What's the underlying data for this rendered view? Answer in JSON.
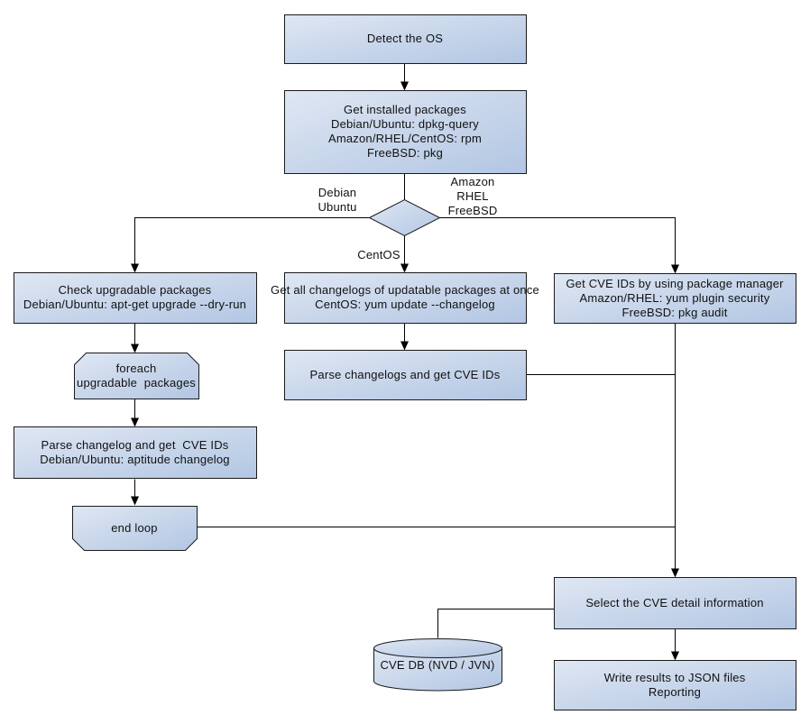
{
  "colors": {
    "node_fill_light": "#dfe7f3",
    "node_fill_dark": "#b2c6e3",
    "node_border": "#1a1a1a",
    "connector": "#000000",
    "text": "#111111",
    "background": "#ffffff"
  },
  "nodes": {
    "detect_os": {
      "label": "Detect the OS"
    },
    "get_installed_packages": {
      "label": "Get installed packages\nDebian/Ubuntu: dpkg-query\nAmazon/RHEL/CentOS: rpm\nFreeBSD: pkg"
    },
    "check_upgradable": {
      "label": "Check upgradable packages\nDebian/Ubuntu: apt-get upgrade --dry-run"
    },
    "foreach_loop": {
      "label": "foreach\nupgradable  packages"
    },
    "parse_changelog_deb": {
      "label": "Parse changelog and get  CVE IDs\nDebian/Ubuntu: aptitude changelog"
    },
    "end_loop": {
      "label": "end loop"
    },
    "get_all_changelogs": {
      "label": "Get all changelogs of updatable packages at once\nCentOS: yum update --changelog"
    },
    "parse_changelogs_centos": {
      "label": "Parse changelogs and get CVE IDs"
    },
    "get_cve_ids_pkg_mgr": {
      "label": "Get CVE IDs by using package manager\nAmazon/RHEL: yum plugin security\nFreeBSD: pkg audit"
    },
    "select_cve_detail": {
      "label": "Select the CVE detail information"
    },
    "write_results": {
      "label": "Write results to JSON files\nReporting"
    },
    "cve_db": {
      "label": "CVE DB (NVD / JVN)"
    }
  },
  "edge_labels": {
    "debian_ubuntu": "Debian\nUbuntu",
    "amazon_rhel_freebsd": "Amazon\nRHEL\nFreeBSD",
    "centos": "CentOS"
  }
}
